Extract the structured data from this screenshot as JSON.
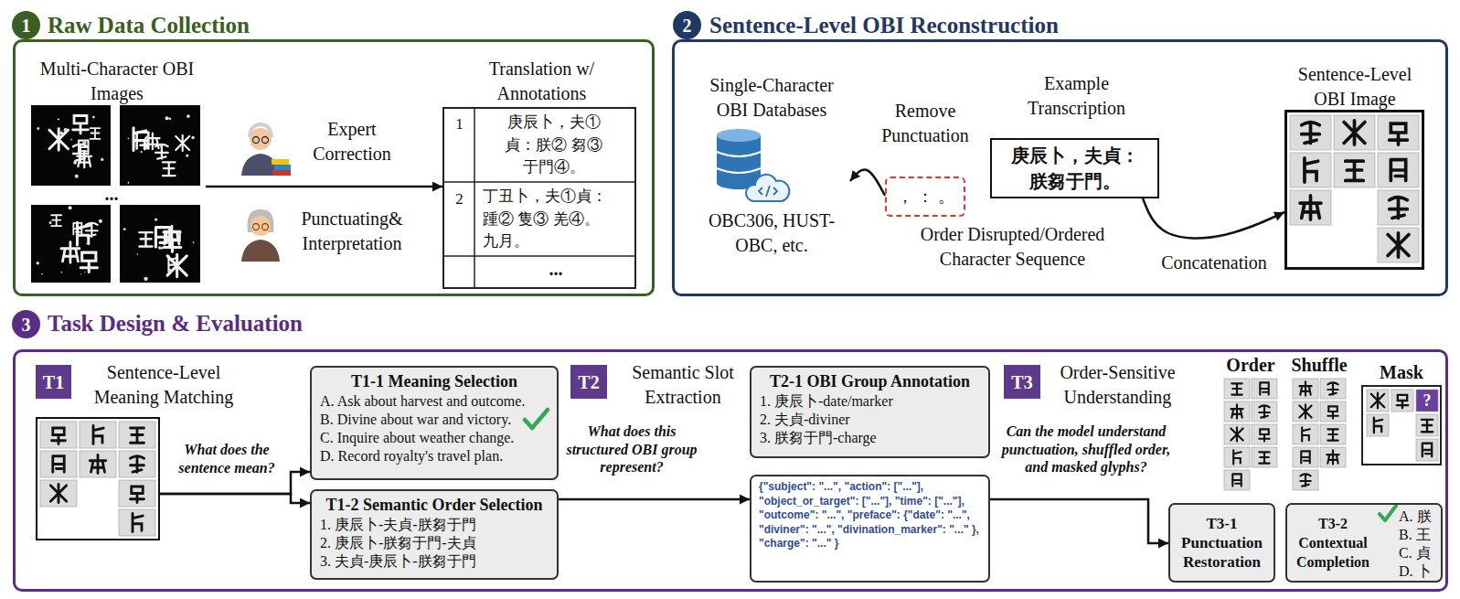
{
  "diagram": {
    "nodes": [
      {
        "text": [
          "1"
        ]
      },
      {
        "text": [
          "Raw Data Collection"
        ]
      },
      {
        "text": [
          "Multi-Character OBI Images"
        ],
        "in": 1
      },
      {
        "text": [
          "Translation w/ Annotations"
        ],
        "in": 1
      },
      {
        "text": [
          "2"
        ]
      },
      {
        "text": [
          "Sentence-Level OBI Reconstruction"
        ]
      },
      {
        "text": [
          "Single-Character OBI Databases",
          "OBC306, HUST-OBC, etc."
        ],
        "in": 5
      },
      {
        "text": [
          "Remove Punctuation",
          "， ： 。"
        ],
        "in": 5
      },
      {
        "text": [
          "Example Transcription",
          "庚辰卜，夫貞： 朕芻于門。"
        ],
        "in": 5
      },
      {
        "text": [
          "Sentence-Level OBI Image"
        ],
        "in": 5
      },
      {
        "text": [
          "3"
        ]
      },
      {
        "text": [
          "Task Design & Evaluation"
        ]
      },
      {
        "text": [
          "T1"
        ],
        "in": 11
      },
      {
        "text": [
          "Sentence-Level Meaning Matching"
        ],
        "in": 11
      },
      {
        "text": [
          "T1-1 Meaning Selection",
          "A. Ask about harvest and outcome.",
          "B. Divine about war and victory.",
          "C. Inquire about weather change.",
          "D. Record royalty's travel plan."
        ],
        "in": 11
      },
      {
        "text": [
          "T1-2 Semantic Order Selection",
          "1. 庚辰卜-夫貞-朕芻于門",
          "2. 庚辰卜-朕芻于門-夫貞",
          "3. 夫貞-庚辰卜-朕芻于門"
        ],
        "in": 11
      },
      {
        "text": [
          "T2"
        ],
        "in": 11
      },
      {
        "text": [
          "T2-1 OBI Group Annotation",
          "1. 庚辰卜-date/marker",
          "2. 夫貞-diviner",
          "3. 朕芻于門-charge"
        ],
        "in": 11
      },
      {
        "text": [
          "{\"subject\": \"...\", \"action\": [\"...\"], \"object_or_target\": [\"...\"], \"time\": [\"...\"], \"outcome\": \"...\", \"preface\": {\"date\": \"...\", \"diviner\": \"...\", \"divination_marker\": \"...\" }, \"charge\": \"...\" }"
        ],
        "in": 11
      },
      {
        "text": [
          "T3"
        ],
        "in": 11
      },
      {
        "text": [
          "Mask",
          "?"
        ],
        "in": 11
      },
      {
        "text": [
          "T3-1 Punctuation Restoration"
        ],
        "in": 11
      },
      {
        "text": [
          "T3-2 Contextual Completion",
          "A. 朕",
          "B. 王",
          "C. 貞",
          "D. 卜"
        ],
        "in": 11
      }
    ],
    "edges": [
      {
        "from": 2,
        "to": 3,
        "arrow": "to"
      },
      {
        "from": 7,
        "to": 6,
        "arrow": "to"
      },
      {
        "from": 8,
        "to": 9,
        "arrow": "to",
        "label": "Concatenation"
      },
      {
        "from": 13,
        "to": 14,
        "arrow": "to",
        "label": "What does the sentence mean?"
      },
      {
        "from": 13,
        "to": 15,
        "arrow": "to"
      },
      {
        "from": 15,
        "to": 18,
        "arrow": "to",
        "label": "What does this structured OBI group represent?"
      },
      {
        "from": 18,
        "to": 21,
        "arrow": "to",
        "label": "Can the model understand punctuation, shuffled order, and masked glyphs?"
      }
    ],
    "labels": [
      "Expert Correction",
      "Punctuating& Interpretation",
      "...",
      "1",
      "庚辰卜，夫①貞：朕② 芻③ 于門④。",
      "2",
      "丁丑卜，夫①貞：踵② 隻③ 羌④。九月。",
      "...",
      "Order Disrupted/Ordered Character Sequence",
      "Semantic Slot Extraction",
      "Order-Sensitive Understanding",
      "Order",
      "Shuffle"
    ]
  }
}
